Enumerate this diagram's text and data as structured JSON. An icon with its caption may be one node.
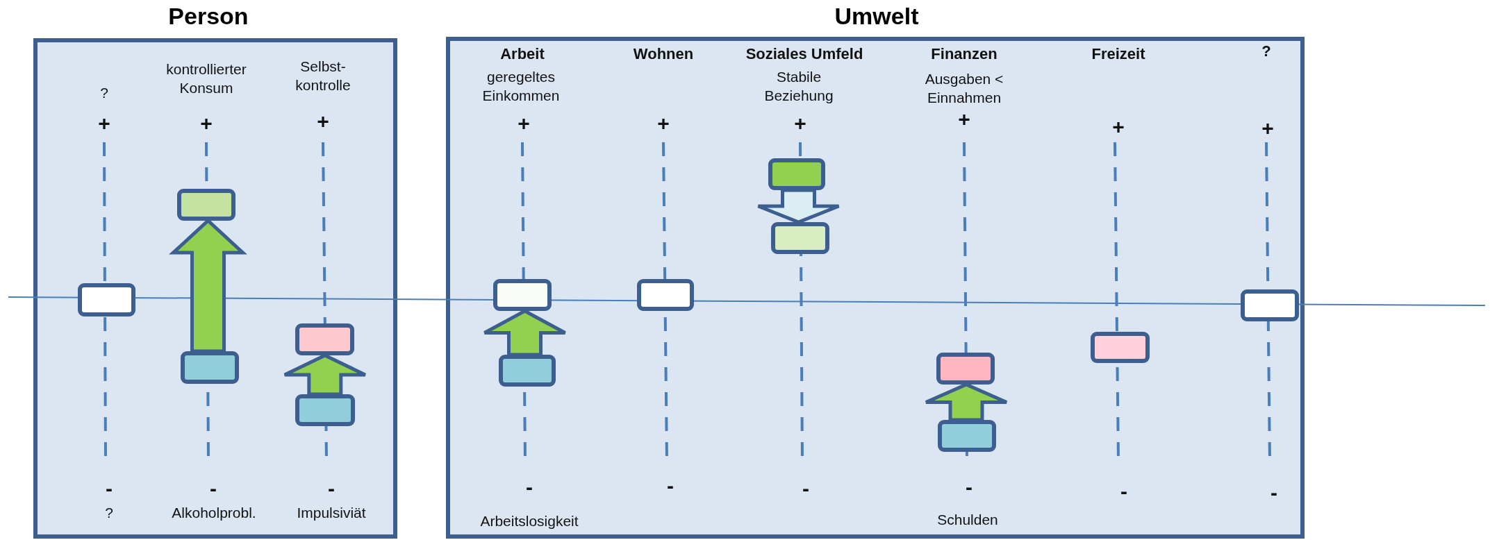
{
  "diagram": {
    "nodes": [
      {
        "text": [
          "Person"
        ]
      },
      {
        "text": [],
        "shape": "box",
        "in": 0
      },
      {
        "text": [],
        "shape": "box",
        "in": 0
      },
      {
        "text": [],
        "shape": "box",
        "in": 0
      },
      {
        "text": [],
        "shape": "box",
        "in": 0
      },
      {
        "text": [],
        "shape": "box",
        "in": 0
      },
      {
        "text": [
          "Umwelt"
        ]
      },
      {
        "text": [],
        "shape": "box",
        "in": 6
      },
      {
        "text": [],
        "shape": "box",
        "in": 6
      },
      {
        "text": [],
        "shape": "box",
        "in": 6
      },
      {
        "text": [],
        "shape": "box",
        "in": 6
      },
      {
        "text": [],
        "shape": "box",
        "in": 6
      },
      {
        "text": [],
        "shape": "box",
        "in": 6
      },
      {
        "text": [],
        "shape": "box",
        "in": 6
      },
      {
        "text": [],
        "shape": "box",
        "in": 6
      },
      {
        "text": [],
        "shape": "box",
        "in": 6
      }
    ],
    "edges": [
      {
        "from": 3,
        "to": 2,
        "arrow": "to"
      },
      {
        "from": 5,
        "to": 4,
        "arrow": "to"
      },
      {
        "from": 8,
        "to": 7,
        "arrow": "to"
      },
      {
        "from": 10,
        "to": 11,
        "arrow": "to",
        "color": "#dbeef4"
      },
      {
        "from": 13,
        "to": 12,
        "arrow": "to"
      }
    ],
    "labels": [
      "?",
      "kontrollierter Konsum",
      "Selbst- kontrolle",
      "Arbeit",
      "geregeltes Einkommen",
      "Wohnen",
      "Soziales Umfeld",
      "Stabile Beziehung",
      "Finanzen",
      "Ausgaben < Einnahmen",
      "Freizeit",
      "?",
      "+",
      "+",
      "+",
      "+",
      "+",
      "+",
      "+",
      "+",
      "+",
      "-",
      "-",
      "-",
      "-",
      "-",
      "-",
      "-",
      "-",
      "-",
      "?",
      "Alkoholprobl.",
      "Impulsiviät",
      "Arbeitslosigkeit",
      "Schulden"
    ]
  }
}
